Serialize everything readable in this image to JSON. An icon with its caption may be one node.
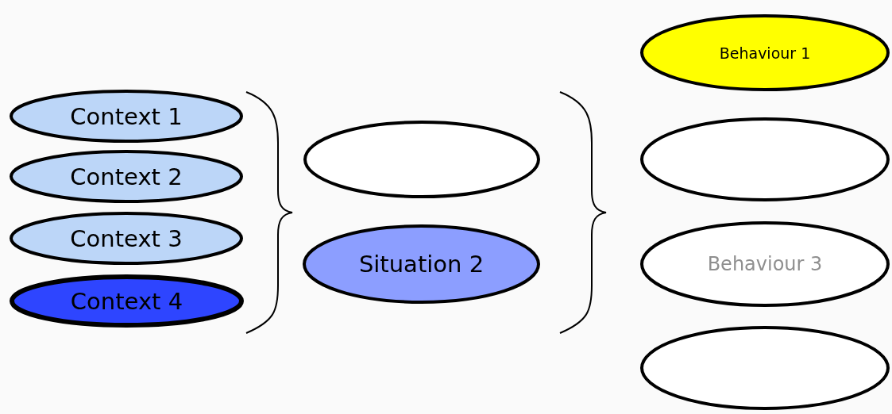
{
  "diagram": {
    "nodes": [
      {
        "text": [
          "Context 1"
        ]
      },
      {
        "text": [
          "Context 2"
        ]
      },
      {
        "text": [
          "Context 3"
        ]
      },
      {
        "text": [
          "Context 4"
        ]
      },
      {
        "text": [],
        "shape": "ellipse"
      },
      {
        "text": [
          "Situation 2"
        ]
      },
      {
        "text": [
          "Behaviour 1"
        ]
      },
      {
        "text": [],
        "shape": "ellipse"
      },
      {
        "text": [
          "Behaviour 3"
        ]
      },
      {
        "text": [],
        "shape": "ellipse"
      }
    ]
  }
}
